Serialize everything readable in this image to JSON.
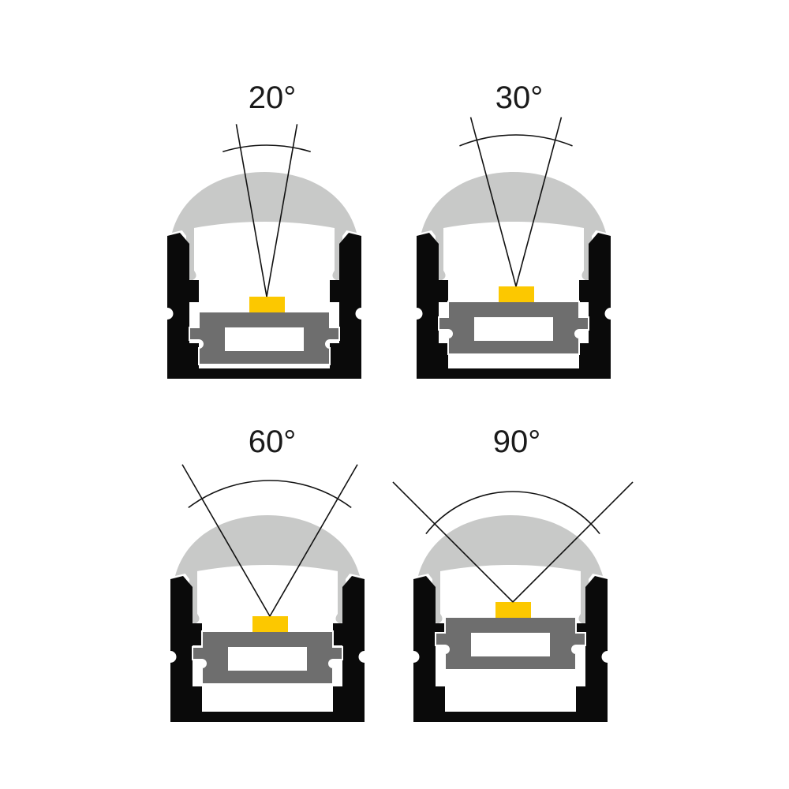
{
  "colors": {
    "housing": "#0a0a0a",
    "diffuser": "#c8c9c8",
    "heatsink": "#6e6e6e",
    "led": "#fcc800",
    "line": "#111111"
  },
  "diagrams": [
    {
      "label": "20°",
      "angle": 20,
      "mount_shift": 0
    },
    {
      "label": "30°",
      "angle": 30,
      "mount_shift": -13
    },
    {
      "label": "60°",
      "angle": 60,
      "mount_shift": -30
    },
    {
      "label": "90°",
      "angle": 90,
      "mount_shift": -48
    }
  ]
}
